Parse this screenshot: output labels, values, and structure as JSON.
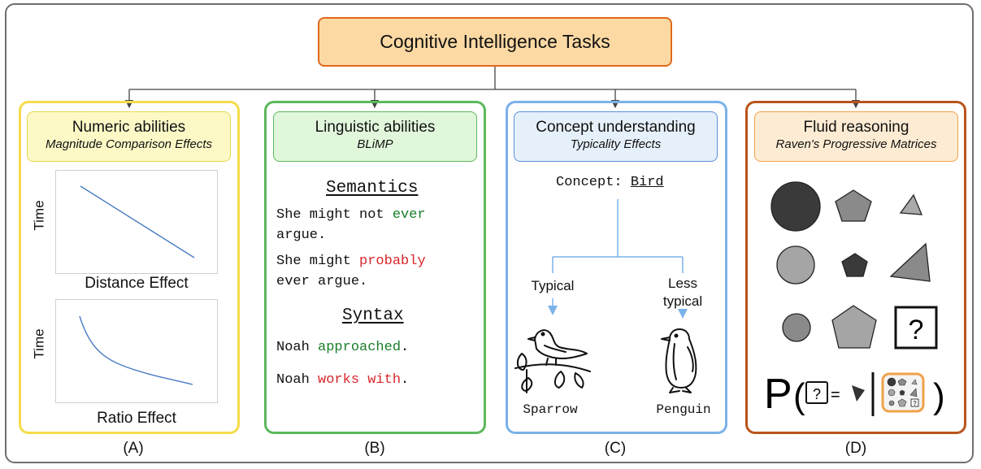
{
  "title": "Cognitive Intelligence Tasks",
  "panels": [
    {
      "heading": "Numeric abilities",
      "subheading": "Magnitude Comparison Effects",
      "letter": "(A)"
    },
    {
      "heading": "Linguistic abilities",
      "subheading": "BLiMP",
      "letter": "(B)"
    },
    {
      "heading": "Concept understanding",
      "subheading": "Typicality Effects",
      "letter": "(C)"
    },
    {
      "heading": "Fluid reasoning",
      "subheading": "Raven's Progressive Matrices",
      "letter": "(D)"
    }
  ],
  "numeric": {
    "plot1_ylabel": "Time",
    "plot1_caption": "Distance Effect",
    "plot2_ylabel": "Time",
    "plot2_caption": "Ratio Effect",
    "line_color": "#4a7cc4"
  },
  "linguistic": {
    "semantics_title": "Semantics",
    "sem1_a": "She might not ",
    "sem1_b": "ever",
    "sem1_c": "argue.",
    "sem2_a": "She might ",
    "sem2_b": "probably",
    "sem2_c": "ever argue.",
    "syntax_title": "Syntax",
    "syn1_a": "Noah ",
    "syn1_b": "approached",
    "syn1_c": ".",
    "syn2_a": "Noah ",
    "syn2_b": "works with",
    "syn2_c": "."
  },
  "concept": {
    "concept_prefix": "Concept: ",
    "concept_word": "Bird",
    "typical_label": "Typical",
    "less_typical_label_1": "Less",
    "less_typical_label_2": "typical",
    "sparrow_label": "Sparrow",
    "penguin_label": "Penguin",
    "tree_color": "#7ab2ea"
  },
  "fluid": {
    "question_mark": "?",
    "formula_p": "P",
    "formula_eq": "="
  }
}
